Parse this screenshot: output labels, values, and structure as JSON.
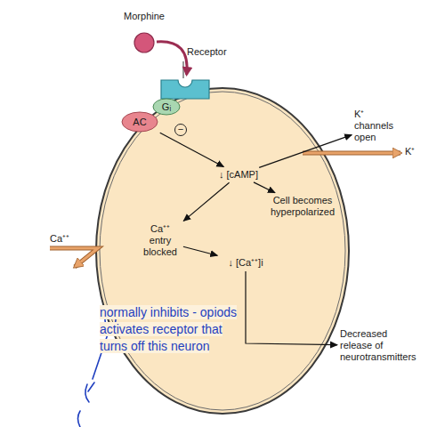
{
  "diagram": {
    "nodes": [
      {
        "text": [
          "Morphine"
        ]
      },
      {
        "text": [
          "Receptor"
        ]
      },
      {
        "text": [
          "Gᵢ"
        ]
      },
      {
        "text": [
          "AC"
        ]
      },
      {
        "text": [
          "↓ [cAMP]"
        ]
      },
      {
        "text": [
          "K⁺ channels open"
        ]
      },
      {
        "text": [
          "Cell becomes hyperpolarized"
        ]
      },
      {
        "text": [
          "Ca⁺⁺ entry blocked"
        ]
      },
      {
        "text": [
          "↓ [Ca⁺⁺]i"
        ]
      },
      {
        "text": [
          "Decreased release of neurotransmitters"
        ]
      }
    ],
    "edges": [
      {
        "from": 0,
        "to": 1,
        "arrow": "to"
      },
      {
        "from": 3,
        "to": 4,
        "arrow": "to"
      },
      {
        "from": 4,
        "to": 5,
        "arrow": "to"
      },
      {
        "from": 4,
        "to": 6,
        "arrow": "to"
      },
      {
        "from": 4,
        "to": 7,
        "arrow": "to"
      },
      {
        "from": 7,
        "to": 8,
        "arrow": "to"
      },
      {
        "from": 8,
        "to": 9,
        "arrow": "to"
      }
    ],
    "labels": [
      "−",
      "K⁺",
      "Ca⁺⁺",
      "normally inhibits - opiods activates receptor that turns off this neuron"
    ]
  }
}
